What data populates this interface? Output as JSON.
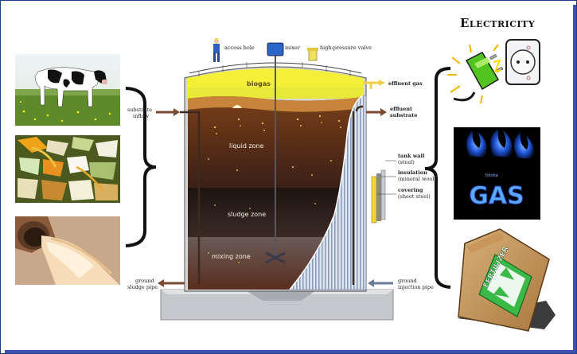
{
  "title": "Electricity",
  "reactor": {
    "zones": {
      "biogas": "biogas",
      "liquid": "liquid zone",
      "sludge": "sludge zone",
      "mixing": "mixing zone"
    },
    "labels": {
      "access_hole": "access hole",
      "mixer": "mixer",
      "pressure_valve": "high-pressure valve",
      "effluent_gas": "effluent gas",
      "effluent_substrate_1": "effluent",
      "effluent_substrate_2": "substrate",
      "substrate_inflow_1": "substrate",
      "substrate_inflow_2": "inflow",
      "tank_wall_1": "tank wall",
      "tank_wall_2": "(steel)",
      "insulation_1": "insulation",
      "insulation_2": "(mineral wool)",
      "covering_1": "covering",
      "covering_2": "(sheet steel)",
      "ground_sludge_1": "ground",
      "ground_sludge_2": "sludge pipe",
      "ground_injection_1": "ground",
      "ground_injection_2": "injection pipe"
    }
  },
  "products": {
    "gas_word": "GAS",
    "gas_small": "fotolia",
    "fertilizer_word": "FERTILIZER"
  },
  "colors": {
    "arrow": "#7a4a30",
    "biogas": "#f4f03a",
    "liquid": "#6e3818",
    "sludge": "#2a1a14",
    "mixing": "#6a5048",
    "border": "#1e3c8a"
  }
}
